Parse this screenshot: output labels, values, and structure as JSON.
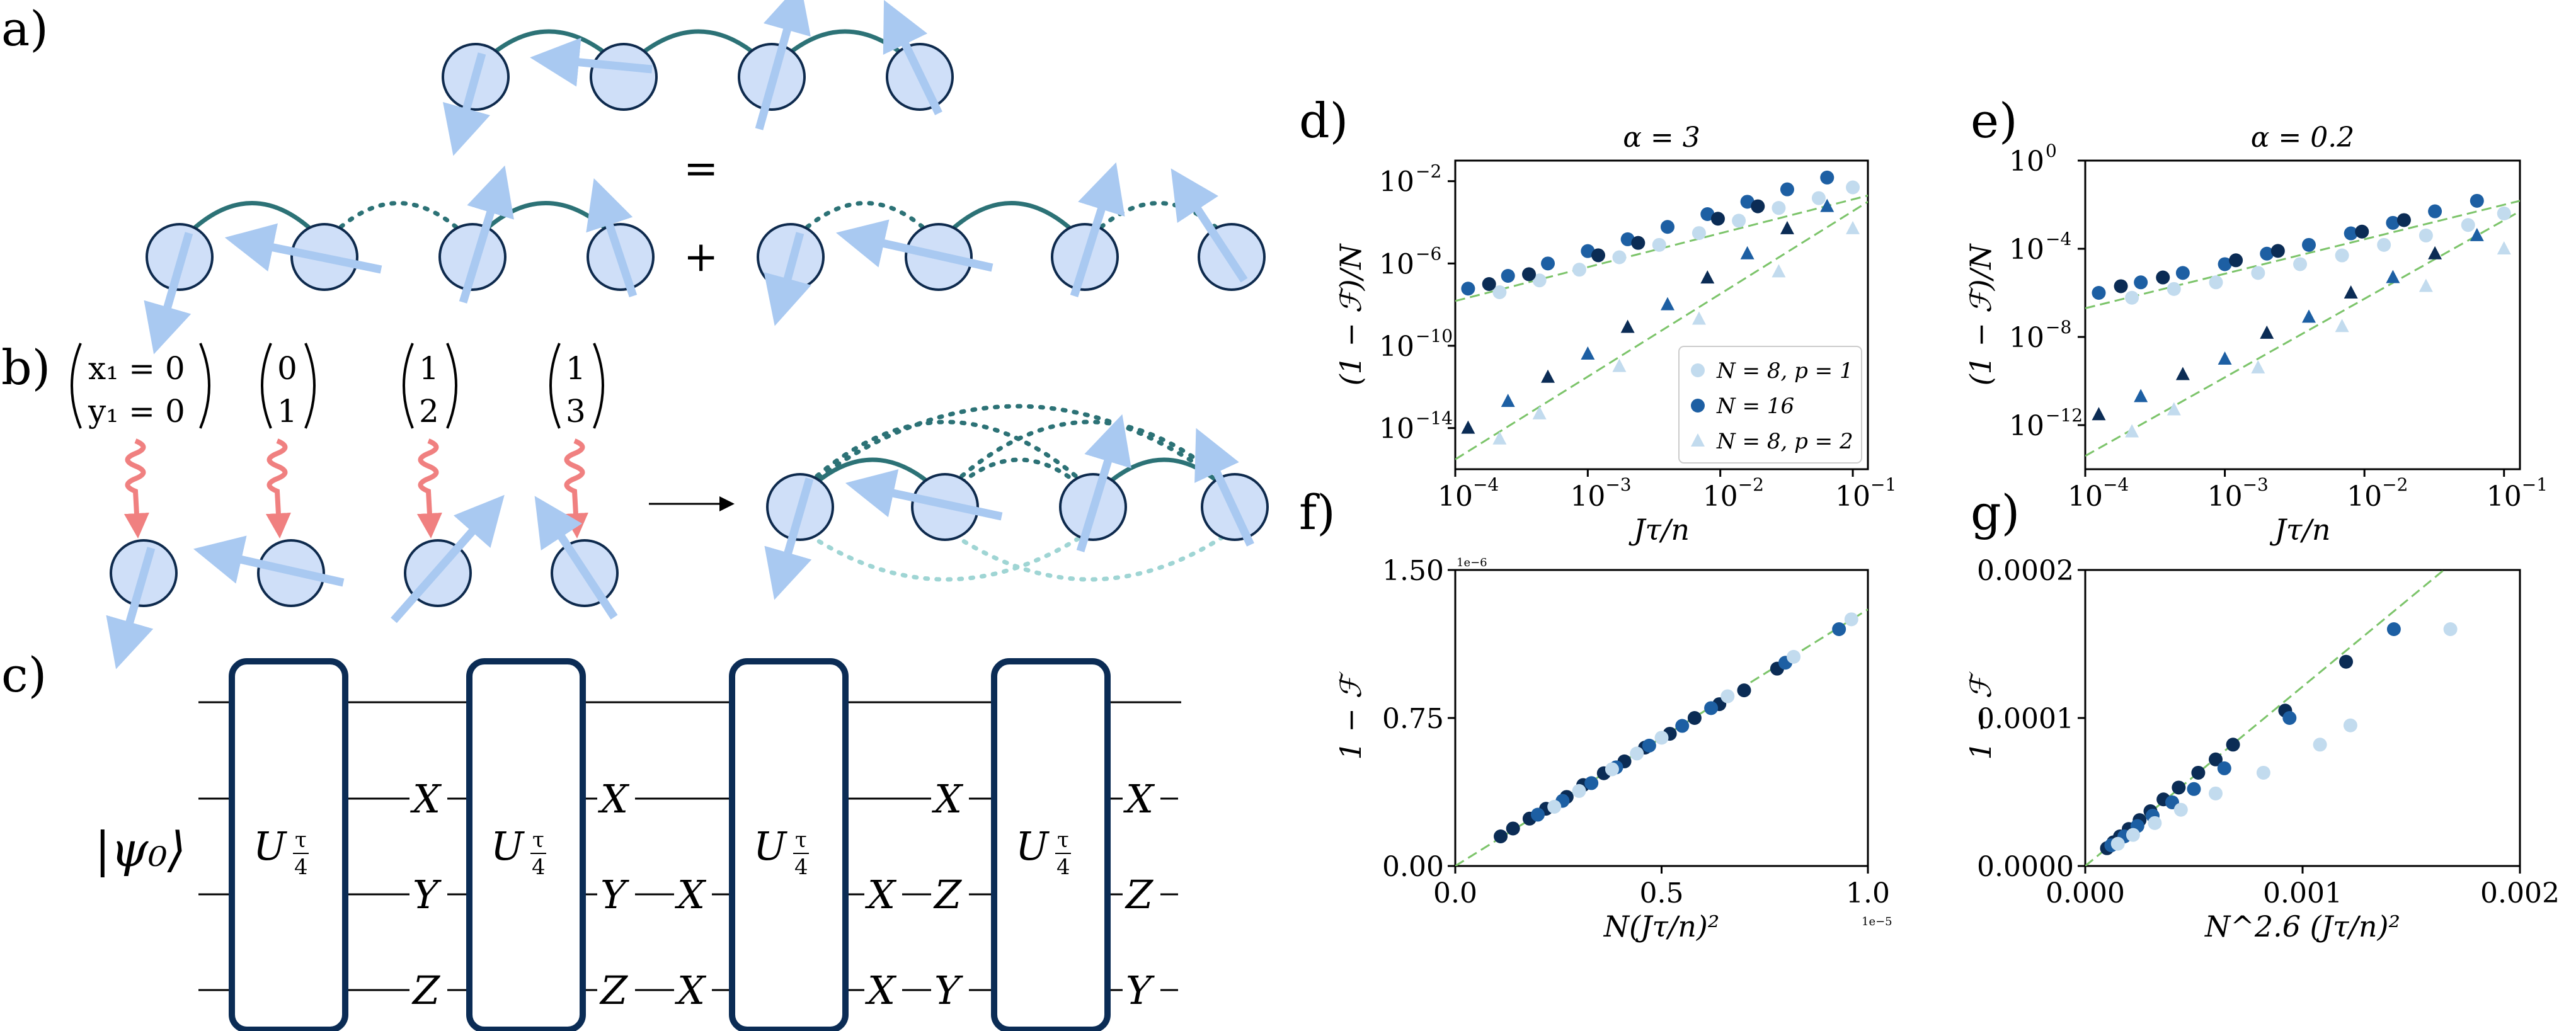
{
  "colors": {
    "spin_fill": "#cfdff8",
    "spin_stroke": "#0e2a4d",
    "arrow": "#a9c9f1",
    "bond": "#2c7276",
    "bond_light": "#9fd5d4",
    "wave": "#f08080",
    "dark": "#0b2c55",
    "mid": "#1d5fa3",
    "light": "#c2dbee",
    "fit": "#7cc46a"
  },
  "panel_labels": {
    "a": "a)",
    "b": "b)",
    "c": "c)",
    "d": "d)",
    "e": "e)",
    "f": "f)",
    "g": "g)"
  },
  "panel_a": {
    "equals": "=",
    "plus": "+"
  },
  "panel_b": {
    "vectors": [
      {
        "top": "x₁ = 0",
        "bottom": "y₁ = 0"
      },
      {
        "top": "0",
        "bottom": "1"
      },
      {
        "top": "1",
        "bottom": "2"
      },
      {
        "top": "1",
        "bottom": "3"
      }
    ],
    "arrow": "⟶"
  },
  "panel_c": {
    "ket": "|ψ₀⟩",
    "gate_main": "U",
    "gate_sub_num": "τ",
    "gate_sub_den": "4",
    "rows": [
      [
        "X",
        "X",
        "X",
        "X"
      ],
      [
        "Y",
        "Y",
        "X",
        "X",
        "Z",
        "Z"
      ],
      [
        "Z",
        "Z",
        "X",
        "X",
        "Y",
        "Y"
      ]
    ],
    "labels": {
      "r1": [
        "X",
        "X",
        "X",
        "X"
      ],
      "r2": [
        "Y",
        "Y",
        "X",
        "X",
        "Z",
        "Z"
      ],
      "r3": [
        "Z",
        "Z",
        "X",
        "X",
        "Y",
        "Y"
      ]
    }
  },
  "chart_data": [
    {
      "panel": "d",
      "type": "scatter",
      "title": "α = 3",
      "xlabel": "Jτ/n",
      "ylabel": "(1 − ℱ)/N",
      "xscale": "log",
      "yscale": "log",
      "xlim": [
        0.0001,
        0.13
      ],
      "ylim": [
        1e-16,
        0.1
      ],
      "xticks": [
        "10",
        "10",
        "10",
        "10"
      ],
      "xtick_exps": [
        "−4",
        "−3",
        "−2",
        "−1"
      ],
      "yticks": [
        "10",
        "10",
        "10",
        "10"
      ],
      "ytick_exps": [
        "−14",
        "−10",
        "−6",
        "−2"
      ],
      "legend_position": "lower right",
      "series": [
        {
          "name": "N = 8, p = 1",
          "marker": "circle",
          "color": "light",
          "x": [
            0.000216,
            0.000432,
            0.000864,
            0.00173,
            0.00346,
            0.00691,
            0.0138,
            0.0276,
            0.0553,
            0.1
          ],
          "y": [
            4e-08,
            1.5e-07,
            5e-07,
            2e-06,
            8e-06,
            3e-05,
            0.00012,
            0.0005,
            0.0015,
            0.005
          ]
        },
        {
          "name": "N = 16",
          "marker": "circle",
          "color": "mid",
          "x": [
            0.000125,
            0.00025,
            0.0005,
            0.001,
            0.002,
            0.004,
            0.008,
            0.016,
            0.032,
            0.064
          ],
          "y": [
            6e-08,
            2.5e-07,
            1e-06,
            4e-06,
            1.5e-05,
            6e-05,
            0.00025,
            0.001,
            0.004,
            0.015
          ]
        },
        {
          "name": "",
          "marker": "circle",
          "color": "dark",
          "x": [
            0.00018,
            0.00036,
            0.0012,
            0.0024,
            0.0096,
            0.0192
          ],
          "y": [
            1e-07,
            3e-07,
            2.5e-06,
            1e-05,
            0.00015,
            0.0006
          ]
        },
        {
          "name": "N = 8, p = 2",
          "marker": "triangle",
          "color": "light",
          "x": [
            0.000216,
            0.000432,
            0.00173,
            0.00691,
            0.0276,
            0.1
          ],
          "y": [
            3e-15,
            5e-14,
            1e-11,
            2e-09,
            4e-07,
            5e-05
          ]
        },
        {
          "name": "",
          "marker": "triangle",
          "color": "dark",
          "x": [
            0.000125,
            0.0005,
            0.002,
            0.008,
            0.032
          ],
          "y": [
            1e-14,
            3e-12,
            8e-10,
            2e-07,
            5e-05
          ]
        },
        {
          "name": "",
          "marker": "triangle",
          "color": "mid",
          "x": [
            0.00025,
            0.001,
            0.004,
            0.016,
            0.064
          ],
          "y": [
            2e-13,
            4e-11,
            1e-08,
            3e-06,
            0.0006
          ]
        }
      ],
      "fits": [
        {
          "x": [
            0.0001,
            0.13
          ],
          "y": [
            1.5e-08,
            0.002
          ]
        },
        {
          "x": [
            0.0001,
            0.13
          ],
          "y": [
            3e-16,
            0.001
          ]
        }
      ]
    },
    {
      "panel": "e",
      "type": "scatter",
      "title": "α = 0.2",
      "xlabel": "Jτ/n",
      "ylabel": "(1 − ℱ)/N",
      "xscale": "log",
      "yscale": "log",
      "xlim": [
        0.0001,
        0.13
      ],
      "ylim": [
        1e-14,
        1
      ],
      "xticks": [
        "10",
        "10",
        "10",
        "10"
      ],
      "xtick_exps": [
        "−4",
        "−3",
        "−2",
        "−1"
      ],
      "yticks": [
        "10",
        "10",
        "10",
        "10"
      ],
      "ytick_exps": [
        "−12",
        "−8",
        "−4",
        "0"
      ],
      "series": [
        {
          "name": "N = 8, p = 1",
          "marker": "circle",
          "color": "light",
          "x": [
            0.000216,
            0.000432,
            0.000864,
            0.00173,
            0.00346,
            0.00691,
            0.0138,
            0.0276,
            0.0553,
            0.1
          ],
          "y": [
            6e-07,
            1.5e-06,
            3e-06,
            8e-06,
            2e-05,
            5e-05,
            0.00015,
            0.0004,
            0.0012,
            0.004
          ]
        },
        {
          "name": "N = 16",
          "marker": "circle",
          "color": "mid",
          "x": [
            0.000125,
            0.00025,
            0.0005,
            0.001,
            0.002,
            0.004,
            0.008,
            0.016,
            0.032,
            0.064
          ],
          "y": [
            1e-06,
            3e-06,
            8e-06,
            2e-05,
            6e-05,
            0.00015,
            0.0005,
            0.0015,
            0.005,
            0.015
          ]
        },
        {
          "name": "",
          "marker": "circle",
          "color": "dark",
          "x": [
            0.00018,
            0.00036,
            0.0012,
            0.0024,
            0.0096,
            0.0192
          ],
          "y": [
            2e-06,
            5e-06,
            3e-05,
            8e-05,
            0.0006,
            0.002
          ]
        },
        {
          "name": "N = 8, p = 2",
          "marker": "triangle",
          "color": "light",
          "x": [
            0.000216,
            0.000432,
            0.00173,
            0.00691,
            0.0276,
            0.1
          ],
          "y": [
            5e-13,
            5e-12,
            4e-10,
            3e-08,
            2e-06,
            0.0001
          ]
        },
        {
          "name": "",
          "marker": "triangle",
          "color": "dark",
          "x": [
            0.000125,
            0.0005,
            0.002,
            0.008,
            0.032
          ],
          "y": [
            3e-12,
            2e-10,
            1.5e-08,
            1e-06,
            6e-05
          ]
        },
        {
          "name": "",
          "marker": "triangle",
          "color": "mid",
          "x": [
            0.00025,
            0.001,
            0.004,
            0.016,
            0.064
          ],
          "y": [
            2e-11,
            1e-09,
            8e-08,
            5e-06,
            0.0004
          ]
        }
      ],
      "fits": [
        {
          "x": [
            0.0001,
            0.13
          ],
          "y": [
            2e-07,
            0.015
          ]
        },
        {
          "x": [
            0.0001,
            0.13
          ],
          "y": [
            4e-14,
            0.005
          ]
        }
      ]
    },
    {
      "panel": "f",
      "type": "scatter",
      "title": "",
      "xlabel": "N(Jτ/n)²",
      "ylabel": "1 − ℱ",
      "xlim": [
        0,
        1.0
      ],
      "ylim": [
        0,
        1.5
      ],
      "xticks": [
        "0.0",
        "0.5",
        "1.0"
      ],
      "yticks": [
        "0.00",
        "0.75",
        "1.50"
      ],
      "x_offset_label": "1e−5",
      "y_offset_label": "1e−6",
      "series": [
        {
          "name": "",
          "marker": "circle",
          "color": "dark",
          "x": [
            0.11,
            0.14,
            0.18,
            0.22,
            0.27,
            0.31,
            0.36,
            0.41,
            0.46,
            0.52,
            0.58,
            0.64,
            0.7,
            0.78
          ],
          "y": [
            0.15,
            0.19,
            0.24,
            0.29,
            0.35,
            0.41,
            0.47,
            0.53,
            0.6,
            0.67,
            0.75,
            0.82,
            0.89,
            1.0
          ]
        },
        {
          "name": "",
          "marker": "circle",
          "color": "mid",
          "x": [
            0.2,
            0.26,
            0.33,
            0.39,
            0.47,
            0.55,
            0.62,
            0.8,
            0.93
          ],
          "y": [
            0.26,
            0.33,
            0.42,
            0.5,
            0.61,
            0.71,
            0.8,
            1.03,
            1.2
          ]
        },
        {
          "name": "",
          "marker": "circle",
          "color": "light",
          "x": [
            0.24,
            0.3,
            0.38,
            0.44,
            0.5,
            0.66,
            0.82,
            0.96
          ],
          "y": [
            0.3,
            0.38,
            0.49,
            0.57,
            0.65,
            0.86,
            1.06,
            1.25
          ]
        }
      ],
      "fits": [
        {
          "x": [
            0,
            1.0
          ],
          "y": [
            0,
            1.3
          ]
        }
      ]
    },
    {
      "panel": "g",
      "type": "scatter",
      "title": "",
      "xlabel": "N^2.6 (Jτ/n)²",
      "ylabel": "1 − ℱ",
      "xlim": [
        0,
        0.002
      ],
      "ylim": [
        0,
        0.0002
      ],
      "xticks": [
        "0.000",
        "0.001",
        "0.002"
      ],
      "yticks": [
        "0.0000",
        "0.0001",
        "0.0002"
      ],
      "series": [
        {
          "name": "",
          "marker": "circle",
          "color": "dark",
          "x": [
            0.0001,
            0.00013,
            0.00016,
            0.0002,
            0.00025,
            0.0003,
            0.00036,
            0.00043,
            0.00052,
            0.0006,
            0.00068,
            0.00092,
            0.0012
          ],
          "y": [
            1.2e-05,
            1.6e-05,
            2e-05,
            2.5e-05,
            3.1e-05,
            3.7e-05,
            4.5e-05,
            5.3e-05,
            6.3e-05,
            7.2e-05,
            8.2e-05,
            0.000105,
            0.000138
          ]
        },
        {
          "name": "",
          "marker": "circle",
          "color": "mid",
          "x": [
            0.00012,
            0.00018,
            0.00024,
            0.00031,
            0.0004,
            0.0005,
            0.00064,
            0.00094,
            0.00142
          ],
          "y": [
            1.4e-05,
            2e-05,
            2.7e-05,
            3.4e-05,
            4.3e-05,
            5.2e-05,
            6.6e-05,
            0.0001,
            0.00016
          ]
        },
        {
          "name": "",
          "marker": "circle",
          "color": "light",
          "x": [
            0.00015,
            0.00022,
            0.00032,
            0.00044,
            0.0006,
            0.00082,
            0.00108,
            0.00122,
            0.00168
          ],
          "y": [
            1.5e-05,
            2.1e-05,
            2.9e-05,
            3.8e-05,
            4.9e-05,
            6.3e-05,
            8.2e-05,
            9.5e-05,
            0.00016
          ]
        }
      ],
      "fits": [
        {
          "x": [
            0,
            0.00165
          ],
          "y": [
            0,
            0.0002
          ]
        }
      ]
    }
  ]
}
